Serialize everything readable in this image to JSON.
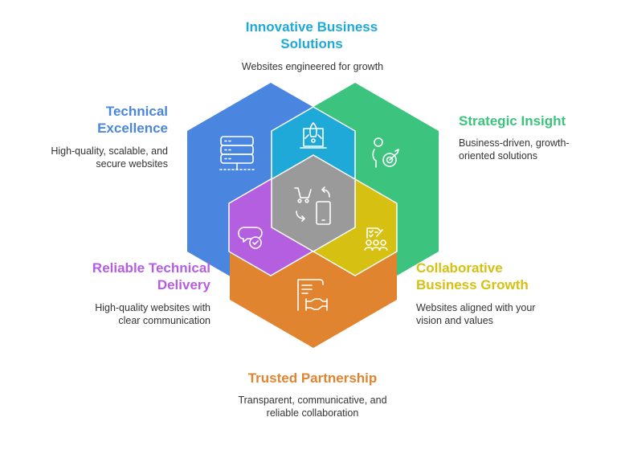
{
  "colors": {
    "innovative": "#1ea9d8",
    "technical": "#4a86e0",
    "strategic": "#3cc47e",
    "reliable": "#b45ee0",
    "collaborative": "#d6c012",
    "trusted": "#e0842f",
    "core": "#9a9a9a"
  },
  "items": {
    "innovative": {
      "title1": "Innovative Business",
      "title2": "Solutions",
      "desc1": "Websites engineered for growth",
      "icon": "rocket-laptop-icon"
    },
    "technical": {
      "title1": "Technical",
      "title2": "Excellence",
      "desc1": "High-quality, scalable, and",
      "desc2": "secure websites",
      "icon": "server-icon"
    },
    "strategic": {
      "title1": "Strategic Insight",
      "desc1": "Business-driven, growth-",
      "desc2": "oriented solutions",
      "icon": "person-target-icon"
    },
    "reliable": {
      "title1": "Reliable Technical",
      "title2": "Delivery",
      "desc1": "High-quality websites with",
      "desc2": "clear communication",
      "icon": "chat-check-icon"
    },
    "collaborative": {
      "title1": "Collaborative",
      "title2": "Business Growth",
      "desc1": "Websites aligned with your",
      "desc2": "vision and values",
      "icon": "checklist-team-icon"
    },
    "trusted": {
      "title1": "Trusted Partnership",
      "desc1": "Transparent, communicative, and",
      "desc2": "reliable collaboration",
      "icon": "contract-handshake-icon"
    },
    "core": {
      "icon": "cart-mobile-exchange-icon"
    }
  }
}
